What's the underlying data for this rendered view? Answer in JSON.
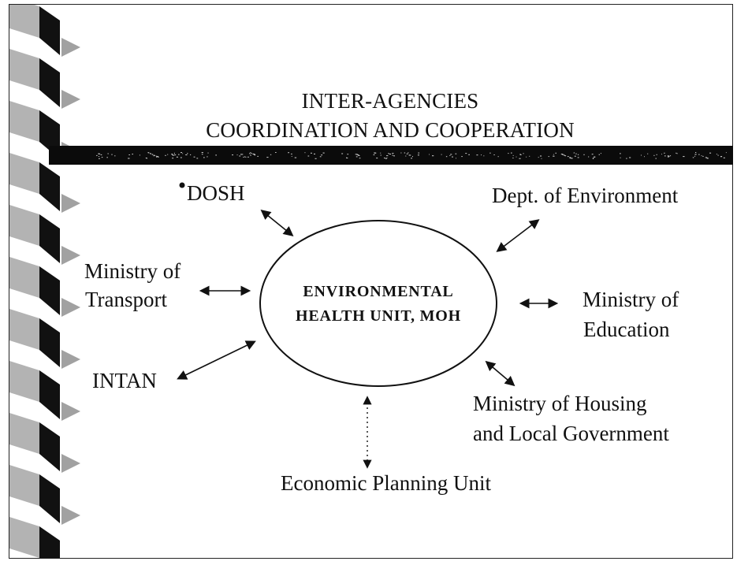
{
  "title": {
    "line1": "INTER-AGENCIES",
    "line2": "COORDINATION AND COOPERATION"
  },
  "center": {
    "line1": "ENVIRONMENTAL",
    "line2": "HEALTH UNIT, MOH"
  },
  "agencies": {
    "dosh": "DOSH",
    "dept_environment": "Dept. of Environment",
    "transport_line1": "Ministry of",
    "transport_line2": "Transport",
    "education_line1": "Ministry of",
    "education_line2": "Education",
    "intan": "INTAN",
    "housing_line1": "Ministry of Housing",
    "housing_line2": "and Local Government",
    "epu": "Economic Planning Unit"
  },
  "colors": {
    "ink": "#111111",
    "bar": "#0b0b0b",
    "stripe_dark": "#111111",
    "stripe_grey": "#9a9a9a"
  }
}
